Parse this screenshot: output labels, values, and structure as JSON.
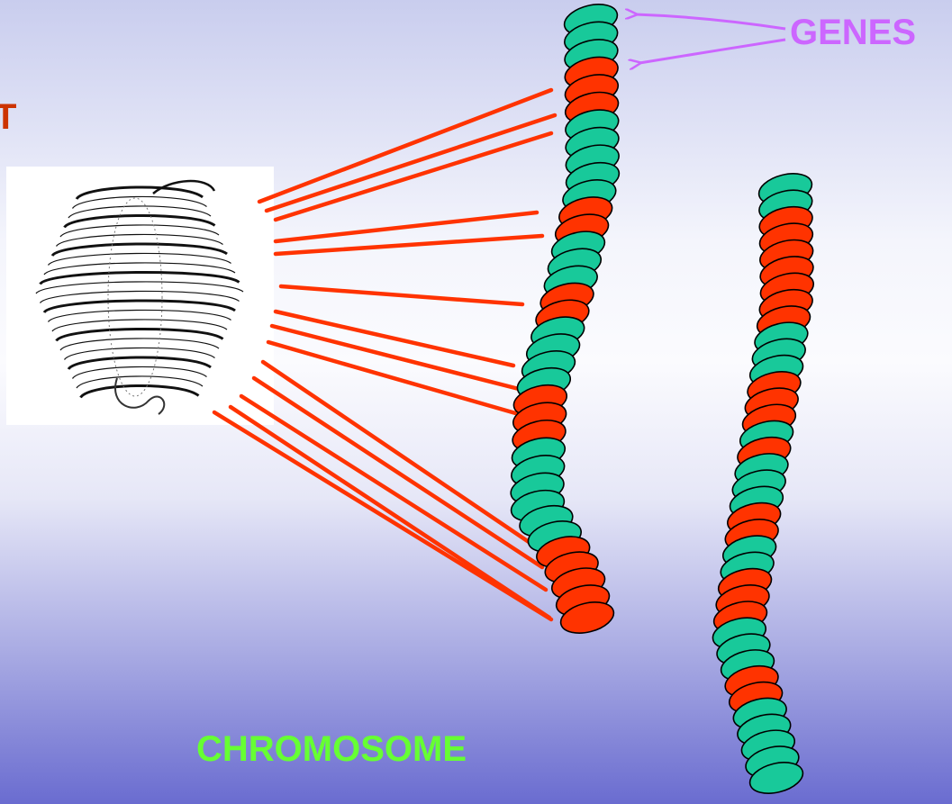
{
  "labels": {
    "genes": "GENES",
    "chromosome": "CHROMOSOME",
    "clipped_letter": "T"
  },
  "colors": {
    "gene_active": "#ff3300",
    "gene_inactive": "#18c99a",
    "connector": "#ff3300",
    "genes_arrow": "#cc66ff",
    "genes_label": "#cc66ff",
    "chromosome_label": "#66ff33",
    "clipped_letter": "#cc3300"
  },
  "chromosome_left": {
    "segments": [
      "g",
      "g",
      "g",
      "r",
      "r",
      "r",
      "g",
      "g",
      "g",
      "g",
      "g",
      "r",
      "r",
      "g",
      "g",
      "g",
      "r",
      "r",
      "g",
      "g",
      "g",
      "g",
      "r",
      "r",
      "r",
      "g",
      "g",
      "g",
      "g",
      "g",
      "g",
      "r",
      "r",
      "r",
      "r",
      "r"
    ]
  },
  "chromosome_right": {
    "segments": [
      "g",
      "g",
      "r",
      "r",
      "r",
      "r",
      "r",
      "r",
      "r",
      "g",
      "g",
      "g",
      "r",
      "r",
      "r",
      "g",
      "r",
      "g",
      "g",
      "g",
      "r",
      "r",
      "g",
      "g",
      "r",
      "r",
      "r",
      "g",
      "g",
      "g",
      "r",
      "r",
      "g",
      "g",
      "g",
      "g",
      "g"
    ]
  }
}
